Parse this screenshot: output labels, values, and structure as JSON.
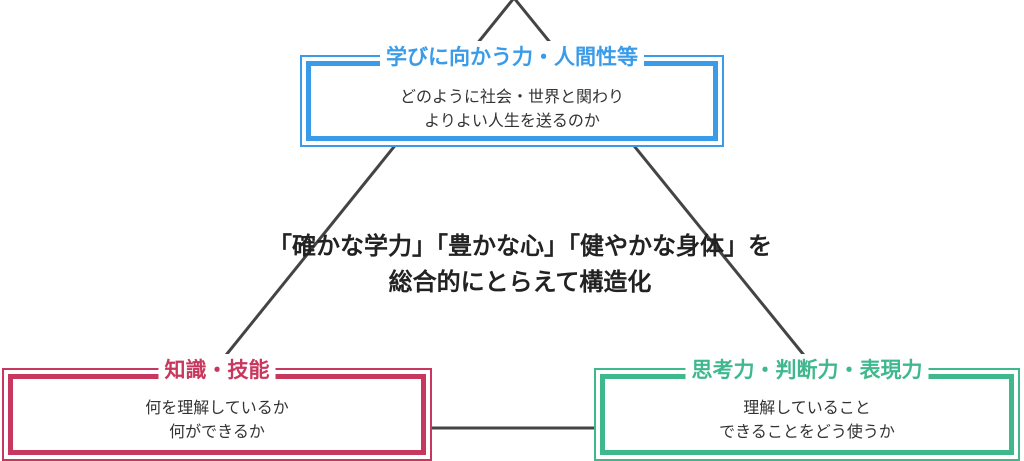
{
  "colors": {
    "top": "#3a9be8",
    "left": "#c8385e",
    "right": "#3fb88e",
    "line": "#444444"
  },
  "top_box": {
    "title": "学びに向かう力・人間性等",
    "lines": [
      "どのように社会・世界と関わり",
      "よりよい人生を送るのか"
    ]
  },
  "left_box": {
    "title": "知識・技能",
    "lines": [
      "何を理解しているか",
      "何ができるか"
    ]
  },
  "right_box": {
    "title": "思考力・判断力・表現力",
    "lines": [
      "理解していること",
      "できることをどう使うか"
    ]
  },
  "center": {
    "lines": [
      "「確かな学力」「豊かな心」「健やかな身体」を",
      "総合的にとらえて構造化"
    ]
  }
}
